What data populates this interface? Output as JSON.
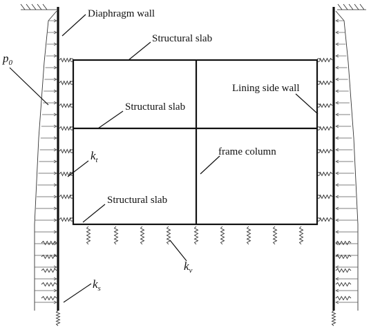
{
  "labels": {
    "diaphragm_wall": "Diaphragm wall",
    "structural_slab_top": "Structural slab",
    "structural_slab_mid": "Structural slab",
    "structural_slab_bottom": "Structural slab",
    "lining_side_wall": "Lining side wall",
    "frame_column": "frame column"
  },
  "symbols": {
    "p0": {
      "base": "p",
      "sub": "0"
    },
    "kt": {
      "base": "k",
      "sub": "t"
    },
    "kv": {
      "base": "k",
      "sub": "v"
    },
    "ks": {
      "base": "k",
      "sub": "s"
    }
  }
}
